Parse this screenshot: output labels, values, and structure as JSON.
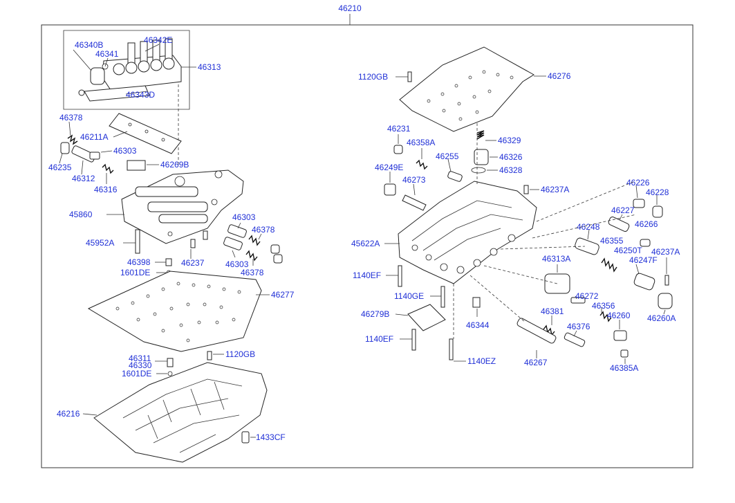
{
  "diagram": {
    "main_assembly": "46210",
    "labels": {
      "46340B": "46340B",
      "46342E": "46342E",
      "46341": "46341",
      "46313": "46313",
      "46343D": "46343D",
      "46378a": "46378",
      "46211A": "46211A",
      "46303a": "46303",
      "46235": "46235",
      "46269B": "46269B",
      "46312": "46312",
      "46316": "46316",
      "45860": "45860",
      "46303b": "46303",
      "46378b": "46378",
      "45952A": "45952A",
      "46398a": "46398",
      "46237": "46237",
      "46303c": "46303",
      "46378c": "46378",
      "1601DEa": "1601DE",
      "46277": "46277",
      "46311": "46311",
      "46330": "46330",
      "1120GBa": "1120GB",
      "1601DEb": "1601DE",
      "46216": "46216",
      "1433CF": "1433CF",
      "1120GBb": "1120GB",
      "46276": "46276",
      "46231": "46231",
      "46358A": "46358A",
      "46329": "46329",
      "46255": "46255",
      "46326": "46326",
      "46249E": "46249E",
      "46328": "46328",
      "46273": "46273",
      "46237Aa": "46237A",
      "46226": "46226",
      "46228": "46228",
      "46227": "46227",
      "46266": "46266",
      "46248": "46248",
      "46355": "46355",
      "46250T": "46250T",
      "46237Ab": "46237A",
      "45622A": "45622A",
      "46313A": "46313A",
      "46247F": "46247F",
      "1140EFa": "1140EF",
      "1140GE": "1140GE",
      "46272": "46272",
      "46356": "46356",
      "46260": "46260",
      "46260A": "46260A",
      "46279B": "46279B",
      "46344": "46344",
      "46381": "46381",
      "46376": "46376",
      "1140EFb": "1140EF",
      "1140EZ": "1140EZ",
      "46267": "46267",
      "46385A": "46385A"
    }
  }
}
